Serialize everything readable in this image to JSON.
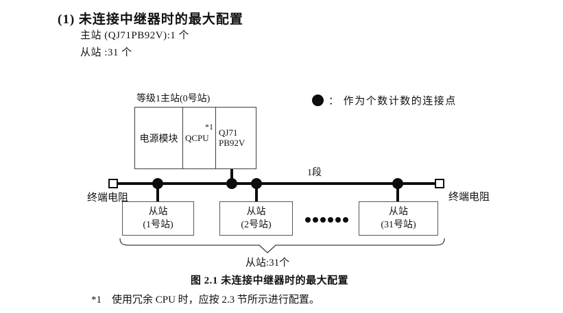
{
  "header": {
    "heading": "(1) 未连接中继器时的最大配置",
    "master_line": "主站 (QJ71PB92V):1 个",
    "slave_line": "从站 :31 个"
  },
  "legend": {
    "symbol": "filled-circle",
    "text": "：  作为个数计数的连接点"
  },
  "diagram": {
    "master": {
      "label": "等级1主站(0号站)",
      "power_module": "电源模块",
      "qcpu": "QCPU",
      "qcpu_note": "*1",
      "pb92v_line1": "QJ71",
      "pb92v_line2": "PB92V"
    },
    "segment_label": "1段",
    "terminator_left": "终端电阻",
    "terminator_right": "终端电阻",
    "slaves": [
      {
        "line1": "从站",
        "line2": "(1号站)"
      },
      {
        "line1": "从站",
        "line2": "(2号站)"
      },
      {
        "line1": "从站",
        "line2": "(31号站)"
      }
    ],
    "slave_total": "从站:31个"
  },
  "caption": "图 2.1 未连接中继器时的最大配置",
  "footnote": {
    "marker": "*1",
    "text": "使用冗余 CPU 时，应按 2.3 节所示进行配置。"
  },
  "colors": {
    "text": "#111111",
    "line": "#0d0d0d",
    "box_border": "#3c3c3c",
    "background": "#ffffff"
  }
}
